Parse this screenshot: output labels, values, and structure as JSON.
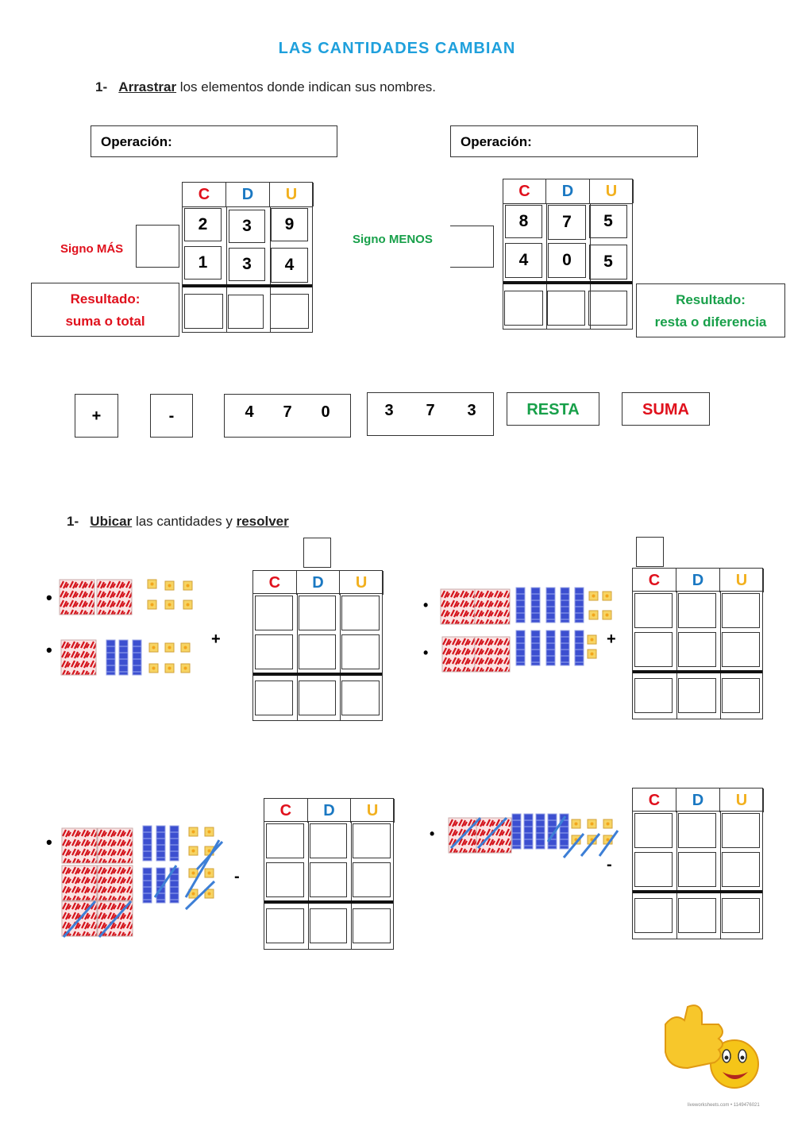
{
  "title": "LAS  CANTIDADES  CAMBIAN",
  "colors": {
    "title": "#1fa0dc",
    "c": "#e0101c",
    "d": "#1a78c2",
    "u": "#f2b01e",
    "red": "#e0101c",
    "green": "#18a04a"
  },
  "section1": {
    "num": "1-",
    "verb": "Arrastrar",
    "rest": " los elementos donde indican sus nombres.",
    "op_label": "Operación:",
    "headers": [
      "C",
      "D",
      "U"
    ],
    "left": {
      "sign_label": "Signo MÁS",
      "row1": [
        "2",
        "3",
        "9"
      ],
      "row2": [
        "1",
        "3",
        "4"
      ],
      "result_l1": "Resultado:",
      "result_l2": "suma o total"
    },
    "right": {
      "sign_label": "Signo MENOS",
      "row1": [
        "8",
        "7",
        "5"
      ],
      "row2": [
        "4",
        "0",
        "5"
      ],
      "result_l1": "Resultado:",
      "result_l2": "resta o diferencia"
    },
    "draggables": {
      "plus": "+",
      "minus": "-",
      "num1": [
        "4",
        "7",
        "0"
      ],
      "num2": [
        "3",
        "7",
        "3"
      ],
      "resta": "RESTA",
      "suma": "SUMA"
    }
  },
  "section2": {
    "num": "1-",
    "verb1": "Ubicar",
    "mid": " las cantidades y ",
    "verb2": "resolver",
    "headers": [
      "C",
      "D",
      "U"
    ],
    "bullet": "•",
    "plus": "+",
    "minus": "-"
  },
  "watermark": "liveworksheets.com • 1149476021"
}
